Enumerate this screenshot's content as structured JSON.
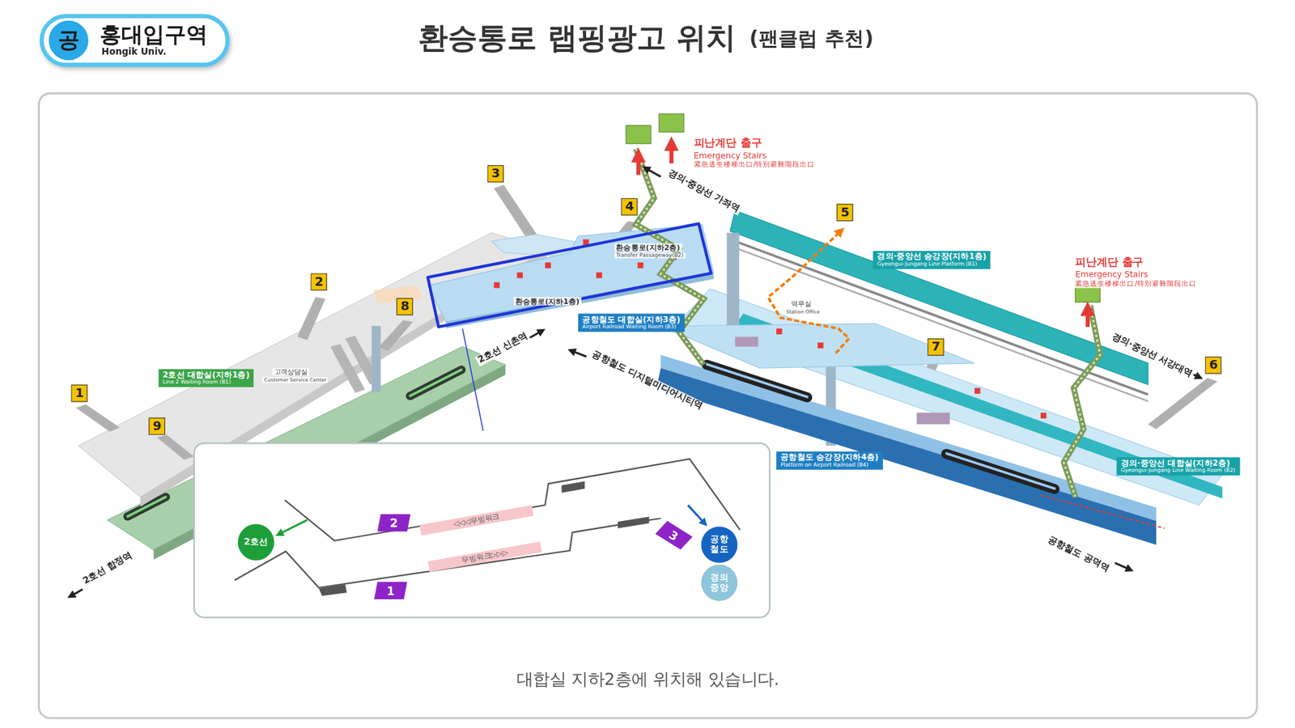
{
  "diagram": {
    "title": "환승통로 랩핑광고 위치",
    "caption": "대합실 지하2층에 위치해 있습니다.",
    "nodes": [
      {
        "text": [
          "홍대입구역",
          "Hongik Univ."
        ]
      },
      {
        "text": [
          "공"
        ],
        "in": 0
      },
      {
        "text": [
          "3"
        ]
      },
      {
        "text": [
          "4"
        ]
      },
      {
        "text": [
          "5"
        ]
      },
      {
        "text": [
          "2"
        ]
      },
      {
        "text": [
          "8"
        ]
      },
      {
        "text": [
          "경의·중앙선 승강장(지하1층)",
          "Gyeongui-Jungang Line Platform (B1)"
        ]
      },
      {
        "text": [
          "공항철도 대합실(지하3층)",
          "Airport Railroad Waiting Room (B3)"
        ]
      },
      {
        "text": [
          "7"
        ]
      },
      {
        "text": [
          "6"
        ]
      },
      {
        "text": [
          "1"
        ]
      },
      {
        "text": [
          "2호선 대합실(지하1층)",
          "Line 2 Waiting Room (B1)"
        ]
      },
      {
        "text": [
          "9"
        ]
      },
      {
        "text": [
          "공항철도 승강장(지하4층)",
          "Platform on Airport Railroad (B4)"
        ]
      },
      {
        "text": [
          "경의·중앙선 대합실(지하2층)",
          "Gyeongui-Jungang Line Waiting Room (B2)"
        ]
      },
      {
        "text": [
          "2"
        ]
      },
      {
        "text": [
          "◁◁◁무빙워크"
        ]
      },
      {
        "text": [
          "2호선"
        ]
      },
      {
        "text": [
          "공항 철도"
        ]
      },
      {
        "text": [
          "3"
        ]
      },
      {
        "text": [
          "무빙워크▷▷▷"
        ]
      },
      {
        "text": [
          "경의 중앙"
        ]
      },
      {
        "text": [
          "1"
        ]
      }
    ],
    "labels": [
      "(팬클럽 추천)",
      "피난계단 출구",
      "Emergency Stairs",
      "紧急逃生楼梯出口/特別避難階段出口",
      "경의·중앙선 가좌역",
      "환승통로(지하2층)",
      "Transfer Passageway(B2)",
      "피난계단 출구",
      "Emergency Stairs",
      "紧急逃生楼梯出口/特別避難階段出口",
      "환승통로(지하1층)",
      "고객상담실",
      "Customer Service Center",
      "2호선 신촌역",
      "역무실",
      "Station Office",
      "공항철도 디지털미디어시티역",
      "경의·중앙선 서강대역",
      "2호선 합정역",
      "공항철도 공덕역"
    ]
  }
}
